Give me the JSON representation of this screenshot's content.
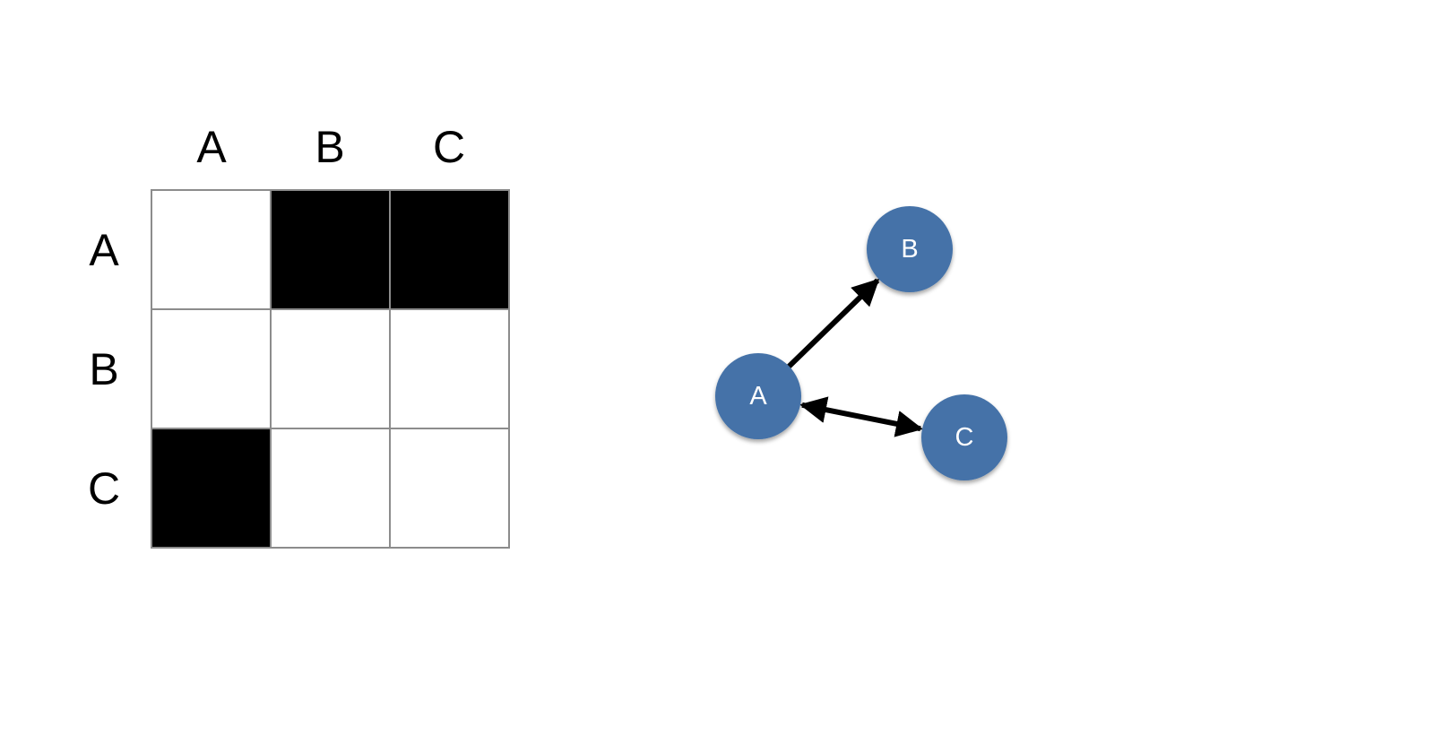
{
  "matrix": {
    "columns": [
      "A",
      "B",
      "C"
    ],
    "rows": [
      "A",
      "B",
      "C"
    ],
    "cells": [
      [
        0,
        1,
        1
      ],
      [
        0,
        0,
        0
      ],
      [
        1,
        0,
        0
      ]
    ],
    "filled_color": "#000000",
    "empty_color": "#ffffff",
    "grid_color": "#8c8c8c"
  },
  "graph": {
    "nodes": [
      {
        "id": "A",
        "label": "A"
      },
      {
        "id": "B",
        "label": "B"
      },
      {
        "id": "C",
        "label": "C"
      }
    ],
    "edges": [
      {
        "from": "A",
        "to": "B",
        "directed": true
      },
      {
        "from": "A",
        "to": "C",
        "directed": true
      },
      {
        "from": "C",
        "to": "A",
        "directed": true
      }
    ],
    "node_color": "#4472a8",
    "edge_color": "#000000"
  }
}
